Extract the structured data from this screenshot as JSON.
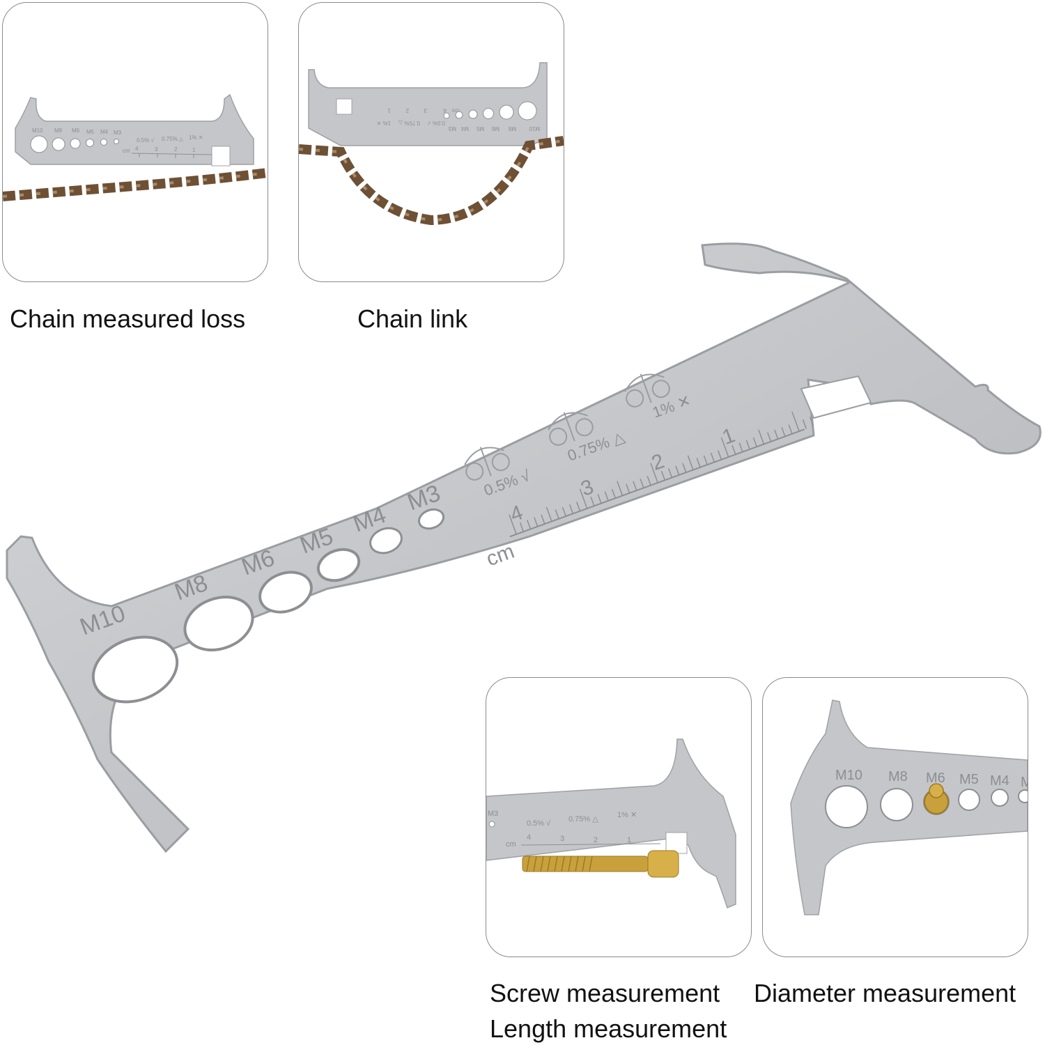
{
  "captions": {
    "chain_measured_loss": "Chain measured loss",
    "chain_link": "Chain link",
    "screw_measurement": "Screw measurement",
    "length_measurement": "Length measurement",
    "diameter_measurement": "Diameter measurement"
  },
  "tool": {
    "hole_labels": [
      "M10",
      "M8",
      "M6",
      "M5",
      "M4",
      "M3"
    ],
    "scale_numbers": [
      "4",
      "3",
      "2",
      "1"
    ],
    "unit": "cm",
    "wear_marks": [
      "0.5% √",
      "0.75% △",
      "1% ✕"
    ]
  },
  "colors": {
    "steel": "#c4c6c9",
    "steel_edge": "#9ea1a5",
    "chain": "#7a5a3e",
    "brass": "#c9a13c",
    "panel_border": "#8a8a8a"
  }
}
